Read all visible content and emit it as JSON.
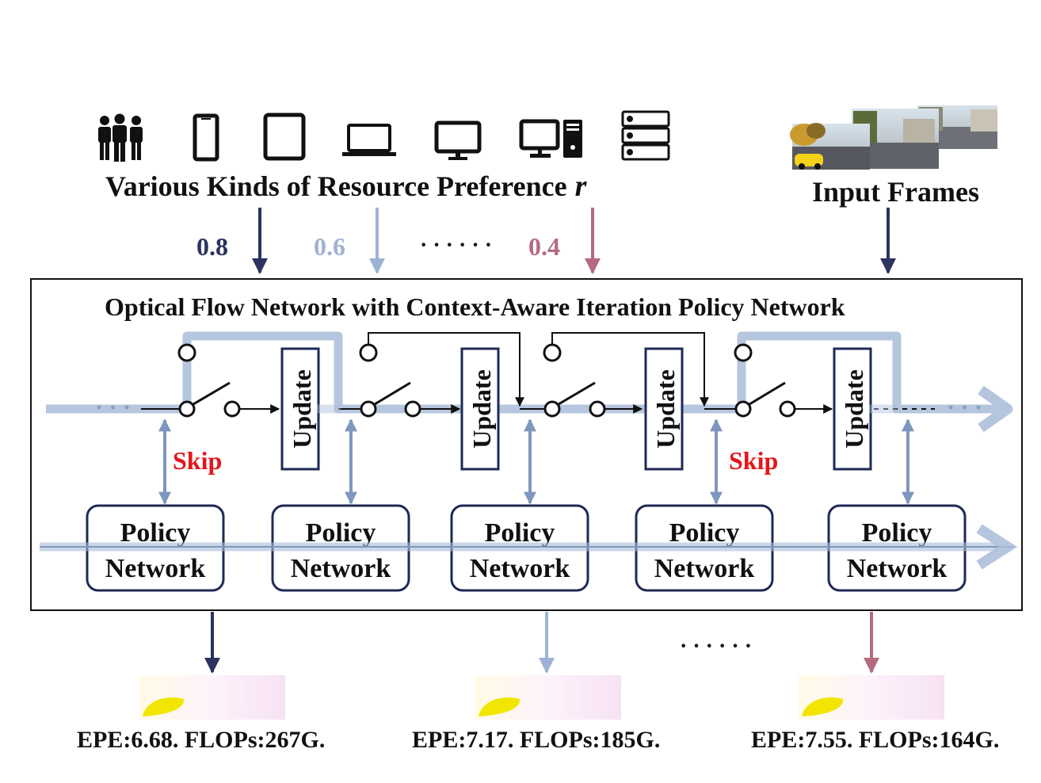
{
  "header": {
    "resource_title_text": "Various Kinds of Resource Preference",
    "resource_title_var": "r",
    "input_frames_label": "Input Frames",
    "device_icons": [
      "people-icon",
      "smartphone-icon",
      "tablet-icon",
      "laptop-icon",
      "monitor-icon",
      "desktop-tower-icon",
      "server-rack-icon"
    ]
  },
  "preferences": [
    {
      "value": "0.8",
      "color": "#2b3360"
    },
    {
      "value": "0.6",
      "color": "#9db3d5"
    },
    {
      "value": "0.4",
      "color": "#b56a80"
    }
  ],
  "ellipsis": "· · · · · ·",
  "network": {
    "title": "Optical Flow Network with Context-Aware Iteration Policy Network",
    "update_label": "Update",
    "skip_label": "Skip",
    "policy_line1": "Policy",
    "policy_line2": "Network",
    "flow_dots": "· · ·"
  },
  "outputs": [
    {
      "label": "EPE:6.68. FLOPs:267G.",
      "color": "#2b3360"
    },
    {
      "label": "EPE:7.17. FLOPs:185G.",
      "color": "#9db3d5"
    },
    {
      "label": "EPE:7.55. FLOPs:164G.",
      "color": "#b56a80"
    }
  ],
  "colors": {
    "dark_navy": "#2b3360",
    "light_blue": "#9db3d5",
    "mauve": "#b56a80",
    "flow_band": "#a9bcd8",
    "skip_red": "#e3161b",
    "box_border": "#1e2a55"
  }
}
